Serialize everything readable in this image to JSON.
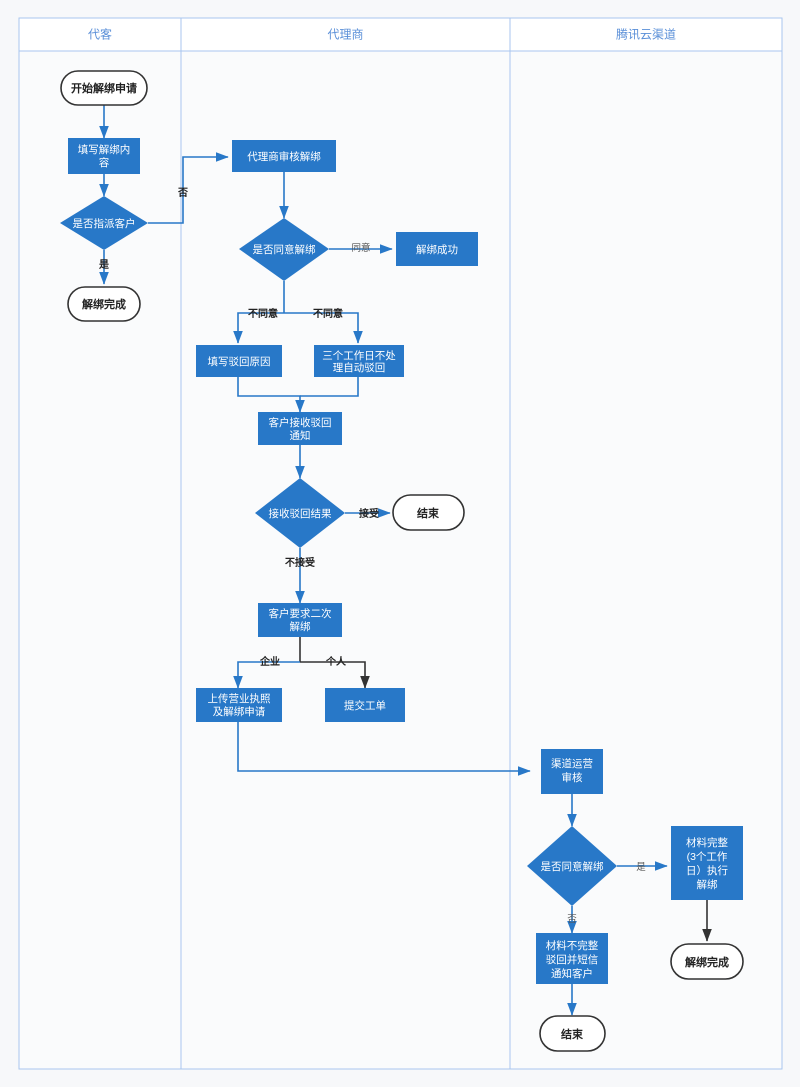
{
  "diagram": {
    "title_visible": false,
    "colors": {
      "node_fill": "#2878c8",
      "edge": "#2878c8",
      "edge_dark": "#333333",
      "lane_border": "#a9c6ef",
      "lane_title": "#5a8fd8",
      "background": "#f7f8fa",
      "terminator_stroke": "#333333"
    },
    "lanes": [
      {
        "id": "lane-customer",
        "label": "代客"
      },
      {
        "id": "lane-agent",
        "label": "代理商"
      },
      {
        "id": "lane-tencent",
        "label": "腾讯云渠道"
      }
    ],
    "nodes": [
      {
        "id": "n1",
        "lane": "lane-customer",
        "shape": "terminator",
        "lines": [
          "开始解绑申请"
        ]
      },
      {
        "id": "n2",
        "lane": "lane-customer",
        "shape": "process",
        "lines": [
          "填写解绑内",
          "容"
        ]
      },
      {
        "id": "n3",
        "lane": "lane-customer",
        "shape": "decision",
        "lines": [
          "是否指派客户"
        ]
      },
      {
        "id": "n4",
        "lane": "lane-customer",
        "shape": "terminator",
        "lines": [
          "解绑完成"
        ]
      },
      {
        "id": "n5",
        "lane": "lane-agent",
        "shape": "process",
        "lines": [
          "代理商审核解绑"
        ]
      },
      {
        "id": "n6",
        "lane": "lane-agent",
        "shape": "decision",
        "lines": [
          "是否同意解绑"
        ]
      },
      {
        "id": "n7",
        "lane": "lane-agent",
        "shape": "process",
        "lines": [
          "解绑成功"
        ]
      },
      {
        "id": "n8",
        "lane": "lane-agent",
        "shape": "process",
        "lines": [
          "填写驳回原因"
        ]
      },
      {
        "id": "n9",
        "lane": "lane-agent",
        "shape": "process",
        "lines": [
          "三个工作日不处",
          "理自动驳回"
        ]
      },
      {
        "id": "n10",
        "lane": "lane-agent",
        "shape": "process",
        "lines": [
          "客户接收驳回",
          "通知"
        ]
      },
      {
        "id": "n11",
        "lane": "lane-agent",
        "shape": "decision",
        "lines": [
          "接收驳回结果"
        ]
      },
      {
        "id": "n12",
        "lane": "lane-agent",
        "shape": "terminator",
        "lines": [
          "结束"
        ]
      },
      {
        "id": "n13",
        "lane": "lane-agent",
        "shape": "process",
        "lines": [
          "客户要求二次",
          "解绑"
        ]
      },
      {
        "id": "n14",
        "lane": "lane-agent",
        "shape": "process",
        "lines": [
          "上传营业执照",
          "及解绑申请"
        ]
      },
      {
        "id": "n15",
        "lane": "lane-agent",
        "shape": "process",
        "lines": [
          "提交工单"
        ]
      },
      {
        "id": "n16",
        "lane": "lane-tencent",
        "shape": "process",
        "lines": [
          "渠道运营",
          "审核"
        ]
      },
      {
        "id": "n17",
        "lane": "lane-tencent",
        "shape": "decision",
        "lines": [
          "是否同意解绑"
        ]
      },
      {
        "id": "n18",
        "lane": "lane-tencent",
        "shape": "process",
        "lines": [
          "材料完整",
          "(3个工作",
          "日）执行",
          "解绑"
        ]
      },
      {
        "id": "n19",
        "lane": "lane-tencent",
        "shape": "process",
        "lines": [
          "材料不完整",
          "驳回并短信",
          "通知客户"
        ]
      },
      {
        "id": "n20",
        "lane": "lane-tencent",
        "shape": "terminator",
        "lines": [
          "解绑完成"
        ]
      },
      {
        "id": "n21",
        "lane": "lane-tencent",
        "shape": "terminator",
        "lines": [
          "结束"
        ]
      }
    ],
    "edge_labels": [
      {
        "id": "e-no-assign",
        "text": "否",
        "from": "n3",
        "to": "n5"
      },
      {
        "id": "e-yes-assign",
        "text": "是",
        "from": "n3",
        "to": "n4"
      },
      {
        "id": "e-agree",
        "text": "同意",
        "from": "n6",
        "to": "n7"
      },
      {
        "id": "e-disagree-left",
        "text": "不同意",
        "from": "n6",
        "to": "n8"
      },
      {
        "id": "e-disagree-right",
        "text": "不同意",
        "from": "n6",
        "to": "n9"
      },
      {
        "id": "e-accept",
        "text": "接受",
        "from": "n11",
        "to": "n12"
      },
      {
        "id": "e-reject",
        "text": "不接受",
        "from": "n11",
        "to": "n13"
      },
      {
        "id": "e-enterprise",
        "text": "企业",
        "from": "n13",
        "to": "n14"
      },
      {
        "id": "e-personal",
        "text": "个人",
        "from": "n13",
        "to": "n15"
      },
      {
        "id": "e-tc-yes",
        "text": "是",
        "from": "n17",
        "to": "n18"
      },
      {
        "id": "e-tc-no",
        "text": "否",
        "from": "n17",
        "to": "n19"
      }
    ]
  }
}
